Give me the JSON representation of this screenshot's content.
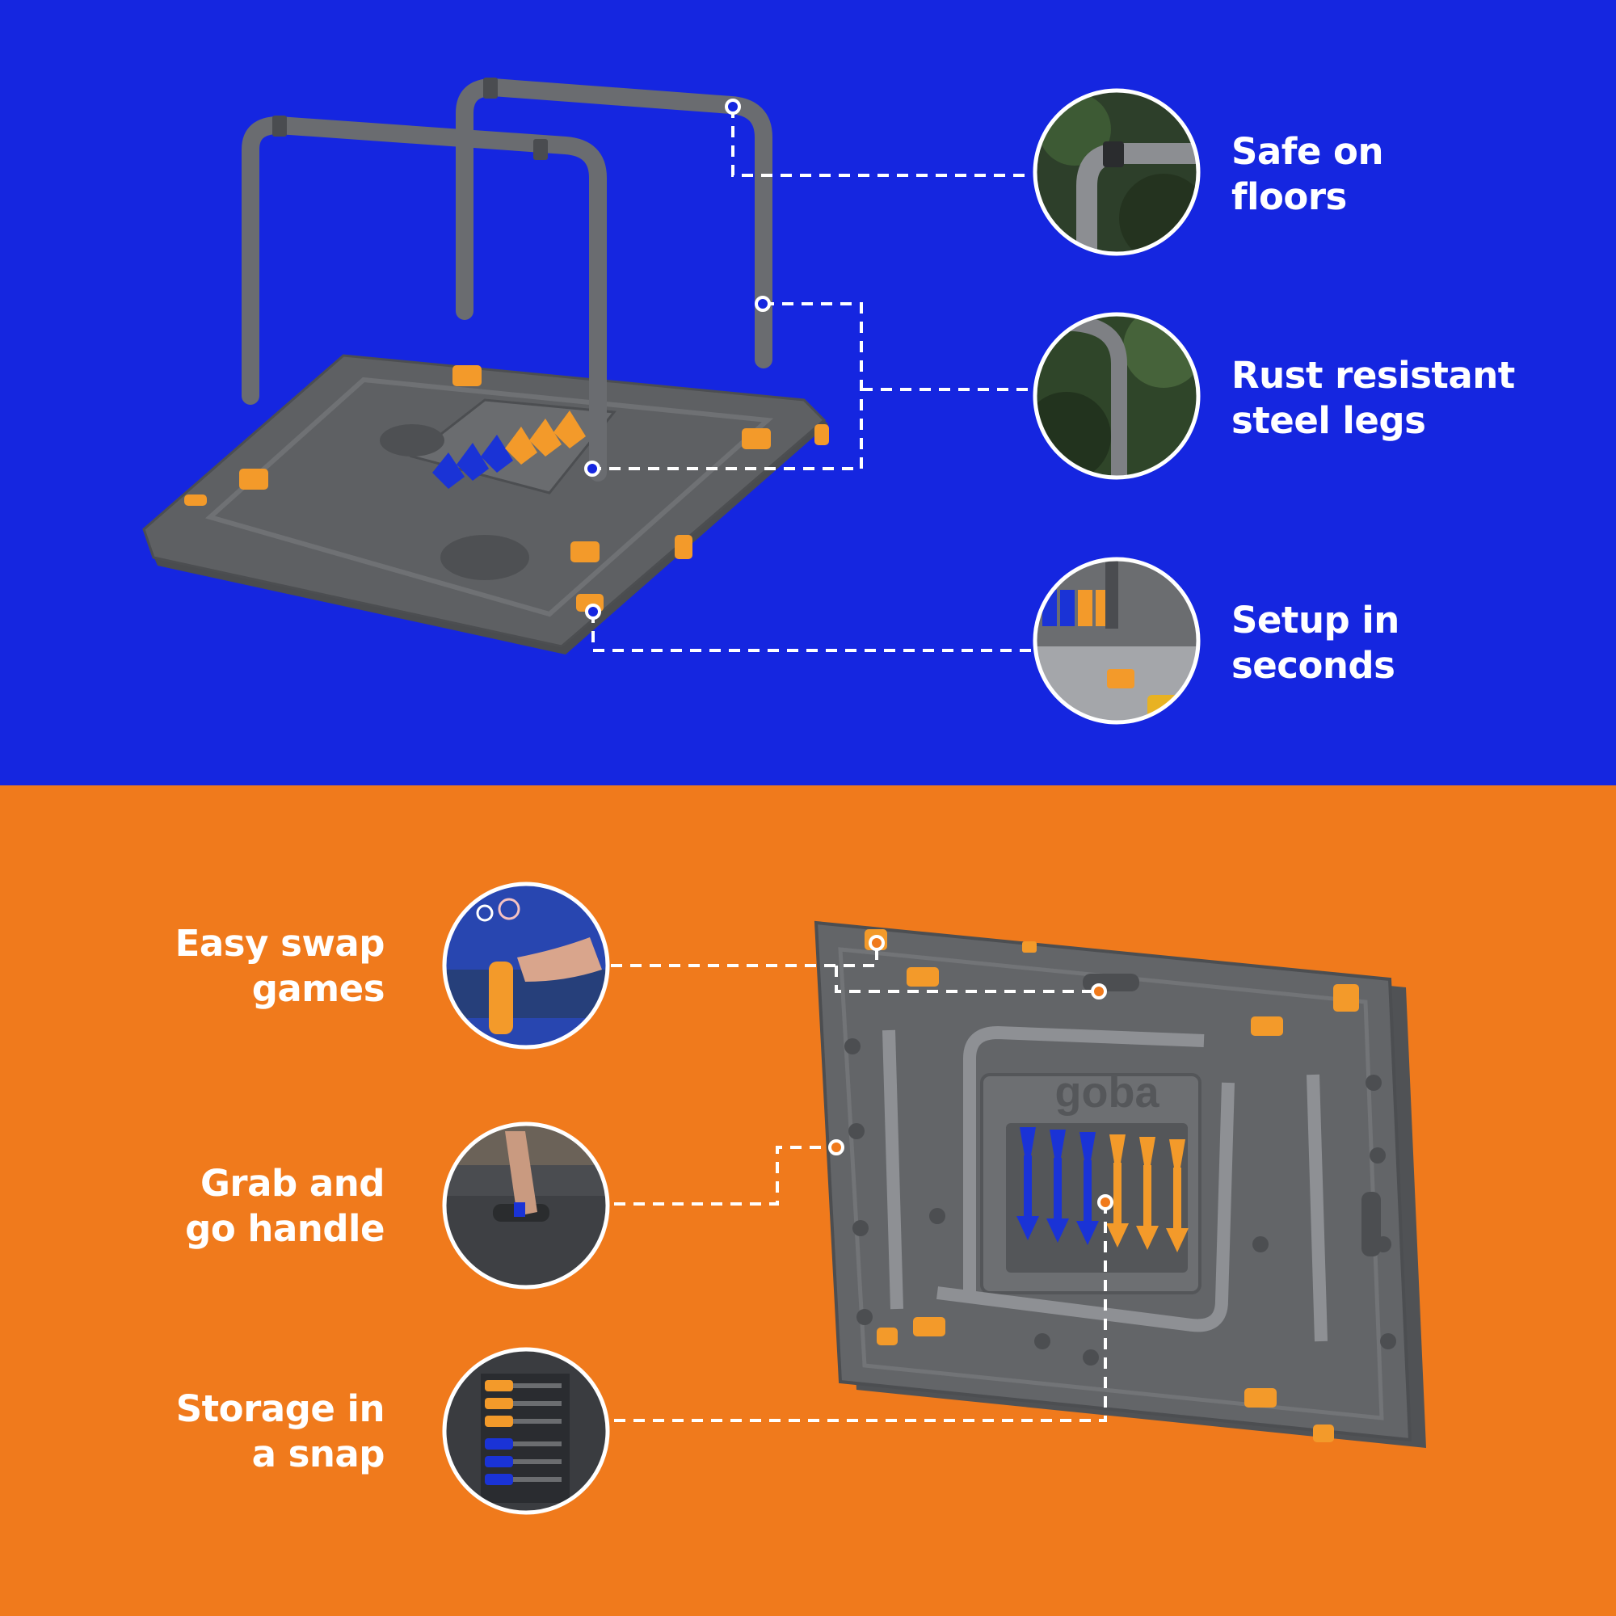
{
  "colors": {
    "top_background": "#1526e0",
    "bottom_background": "#f07a1c",
    "label_text": "#ffffff",
    "board_gray": "#5e6063",
    "accent_orange": "#f39a2a",
    "dart_blue": "#1a33d6"
  },
  "top_features": [
    {
      "line1": "Safe on",
      "line2": "floors",
      "icon": "leg-cap-closeup"
    },
    {
      "line1": "Rust resistant",
      "line2": "steel legs",
      "icon": "steel-leg-closeup"
    },
    {
      "line1": "Setup in",
      "line2": "seconds",
      "icon": "setup-closeup"
    }
  ],
  "bottom_features": [
    {
      "line1": "Easy swap",
      "line2": "games",
      "icon": "clip-closeup"
    },
    {
      "line1": "Grab and",
      "line2": "go handle",
      "icon": "handle-closeup"
    },
    {
      "line1": "Storage in",
      "line2": "a snap",
      "icon": "dart-storage-closeup"
    }
  ],
  "product": {
    "brand": "goba",
    "darts_blue_count": 3,
    "darts_orange_count": 3
  }
}
